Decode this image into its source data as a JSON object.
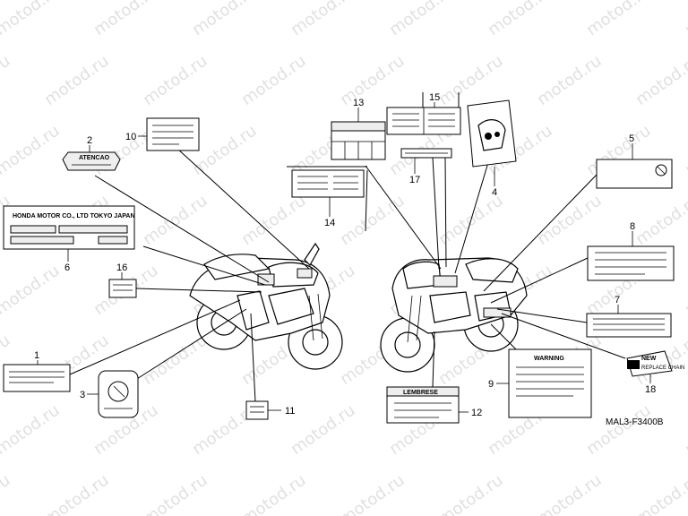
{
  "watermark": "motod.ru",
  "diagram_code": "MAL3-F3400B",
  "callouts": [
    "1",
    "2",
    "3",
    "4",
    "5",
    "6",
    "7",
    "8",
    "9",
    "10",
    "11",
    "12",
    "13",
    "14",
    "15",
    "16",
    "17",
    "18"
  ],
  "label_texts": {
    "plate_6": "HONDA MOTOR CO., LTD TOKYO JAPAN",
    "label_2": "ATENCAO",
    "label_12": "LEMBRESE",
    "label_9": "WARNING",
    "label_18_new": "NEW",
    "label_18_sub": "REPLACE CHAIN"
  }
}
